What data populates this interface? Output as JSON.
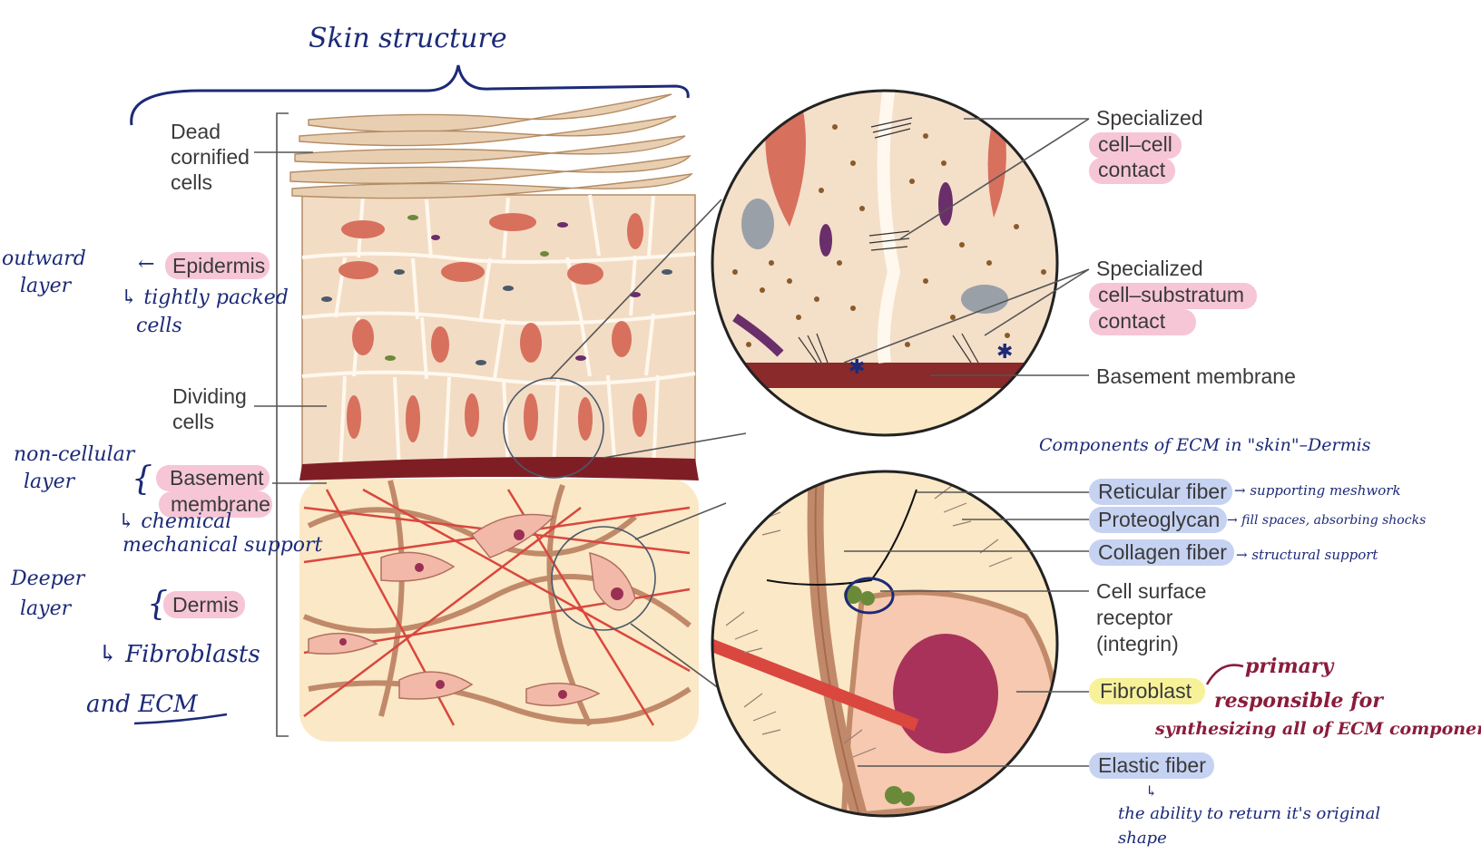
{
  "title": "Skin structure",
  "colors": {
    "ink": "#1c2a78",
    "ink_red": "#8a1c3c",
    "pink_highlight": "#f6c6d6",
    "blue_highlight": "#c6d2f2",
    "yellow_highlight": "#f7f29a",
    "label_text": "#3a3a3a",
    "cell_fill": "#f3dcc4",
    "dermis_fill": "#fbe8c6",
    "basement": "#7e1e24",
    "fiber_red": "#d9473e",
    "collagen": "#c08a6a"
  },
  "left_labels": {
    "dead_cornified": [
      "Dead",
      "cornified",
      "cells"
    ],
    "epidermis": "Epidermis",
    "dividing": [
      "Dividing",
      "cells"
    ],
    "basement": [
      "Basement",
      "membrane"
    ],
    "dermis": "Dermis"
  },
  "handwritten_left": {
    "outward": [
      "outward",
      "layer"
    ],
    "epidermis_note": [
      "↳ tightly packed",
      "cells"
    ],
    "noncellular": [
      "non-cellular",
      "layer"
    ],
    "basement_note": [
      "↳ chemical",
      "mechanical support"
    ],
    "deeper": [
      "Deeper",
      "layer"
    ],
    "dermis_note": [
      "↳ Fibroblasts",
      "and ECM"
    ]
  },
  "upper_callouts": {
    "cell_cell": [
      "Specialized",
      "cell–cell",
      "contact"
    ],
    "cell_substratum": [
      "Specialized",
      "cell–substratum",
      "contact"
    ],
    "basement_membrane": "Basement membrane"
  },
  "ecm_heading": "Components of ECM in \"skin\"–Dermis",
  "lower_callouts": {
    "reticular": {
      "label": "Reticular fiber",
      "note": "→ supporting meshwork"
    },
    "proteoglycan": {
      "label": "Proteoglycan",
      "note": "→ fill spaces, absorbing shocks"
    },
    "collagen": {
      "label": "Collagen fiber",
      "note": "→ structural support"
    },
    "receptor": [
      "Cell surface",
      "receptor",
      "(integrin)"
    ],
    "fibroblast": {
      "label": "Fibroblast",
      "note": [
        "primary",
        "responsible for",
        "synthesizing all of ECM components"
      ]
    },
    "elastic": {
      "label": "Elastic fiber",
      "note": [
        "↳",
        "the ability to return it's original",
        "shape"
      ]
    }
  }
}
